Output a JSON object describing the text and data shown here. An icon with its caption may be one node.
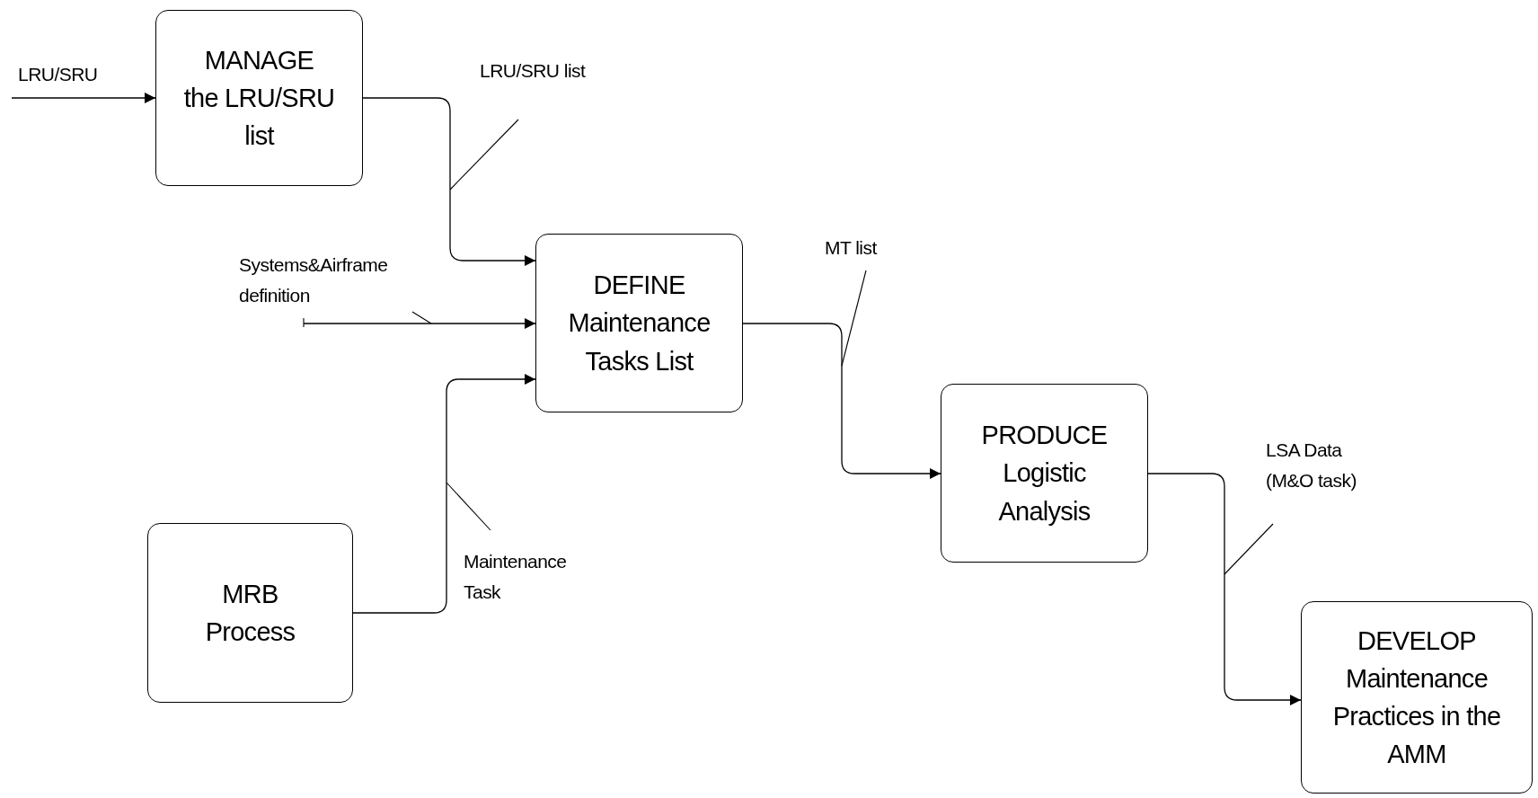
{
  "diagram": {
    "nodes": [
      {
        "text": [
          "MANAGE",
          "the LRU/SRU list"
        ]
      },
      {
        "text": [
          "DEFINE",
          "Maintenance Tasks List"
        ]
      },
      {
        "text": [
          "MRB",
          "Process"
        ]
      },
      {
        "text": [
          "PRODUCE",
          "Logistic Analysis"
        ]
      },
      {
        "text": [
          "DEVELOP",
          "Maintenance Practices in the AMM"
        ]
      }
    ],
    "edges": [
      {
        "from": null,
        "to": 0,
        "arrow": "to",
        "label": "LRU/SRU"
      },
      {
        "from": 0,
        "to": 1,
        "arrow": "to",
        "label": "LRU/SRU list"
      },
      {
        "from": null,
        "to": 1,
        "arrow": "to",
        "label": "Systems&Airframe definition"
      },
      {
        "from": 2,
        "to": 1,
        "arrow": "to",
        "label": "Maintenance Task"
      },
      {
        "from": 1,
        "to": 3,
        "arrow": "to",
        "label": "MT list"
      },
      {
        "from": 3,
        "to": 4,
        "arrow": "to",
        "label": "LSA Data (M&O task)"
      }
    ]
  }
}
